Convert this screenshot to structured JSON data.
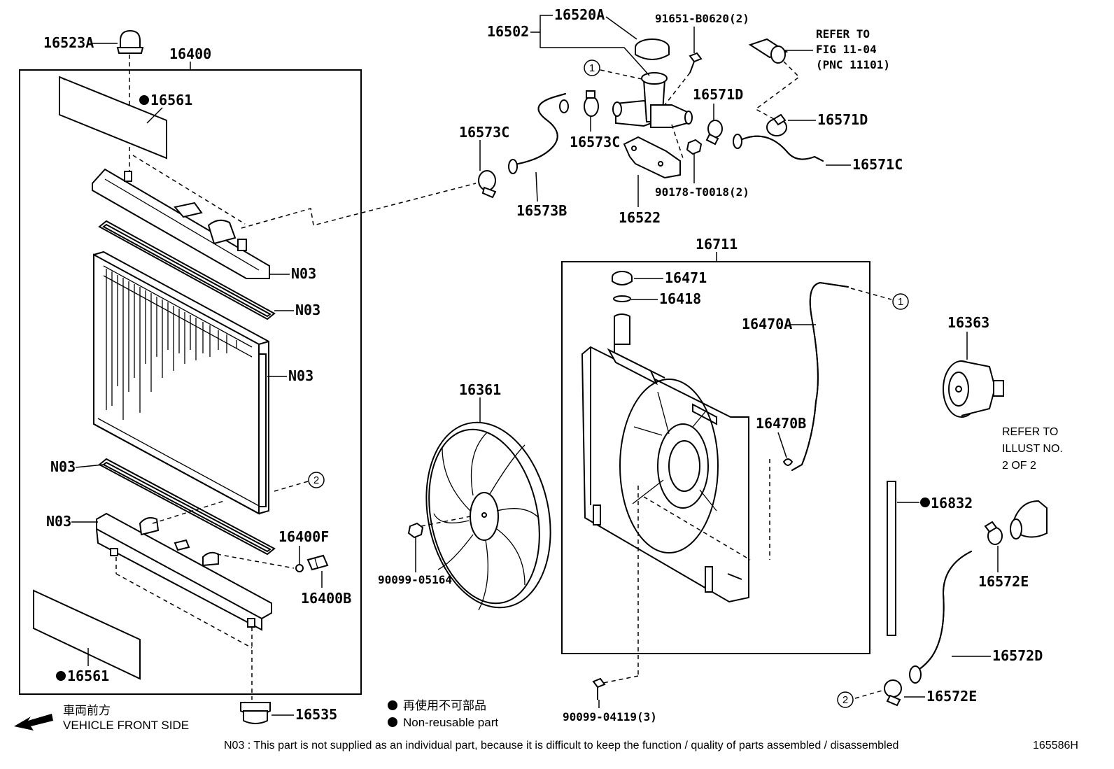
{
  "labels": {
    "p16523A": "16523A",
    "p16400": "16400",
    "p16561_top": "16561",
    "p16561_bottom": "16561",
    "n03_1": "N03",
    "n03_2": "N03",
    "n03_3": "N03",
    "n03_4": "N03",
    "n03_5": "N03",
    "p16400F": "16400F",
    "p16400B": "16400B",
    "p16535": "16535",
    "p16502": "16502",
    "p16520A": "16520A",
    "p91651": "91651-B0620(2)",
    "refer_fig_1": "REFER TO",
    "refer_fig_2": "FIG 11-04",
    "refer_fig_3": "(PNC 11101)",
    "p16573C_left": "16573C",
    "p16573C_mid": "16573C",
    "p16573B": "16573B",
    "p16571D_left": "16571D",
    "p16571D_right": "16571D",
    "p16571C": "16571C",
    "p16522": "16522",
    "p90178": "90178-T0018(2)",
    "p16711": "16711",
    "p16471": "16471",
    "p16418": "16418",
    "p16470A": "16470A",
    "p16470B": "16470B",
    "p16361": "16361",
    "p90099_05164": "90099-05164",
    "p90099_04119": "90099-04119(3)",
    "p16363": "16363",
    "refer_illust_1": "REFER TO",
    "refer_illust_2": "ILLUST NO.",
    "refer_illust_3": "2 OF 2",
    "p16832": "16832",
    "p16572E_top": "16572E",
    "p16572D": "16572D",
    "p16572E_bottom": "16572E",
    "callout_1a": "1",
    "callout_1b": "1",
    "callout_2a": "2",
    "callout_2b": "2"
  },
  "legend": {
    "front_jp": "車両前方",
    "front_en": "VEHICLE FRONT SIDE",
    "nonreuse_jp": "再使用不可部品",
    "nonreuse_en": "Non-reusable part"
  },
  "footer": {
    "note": "N03 : This part is not supplied as an individual part, because it is difficult to keep the function / quality of parts assembled / disassembled",
    "figure_id": "165586H"
  }
}
